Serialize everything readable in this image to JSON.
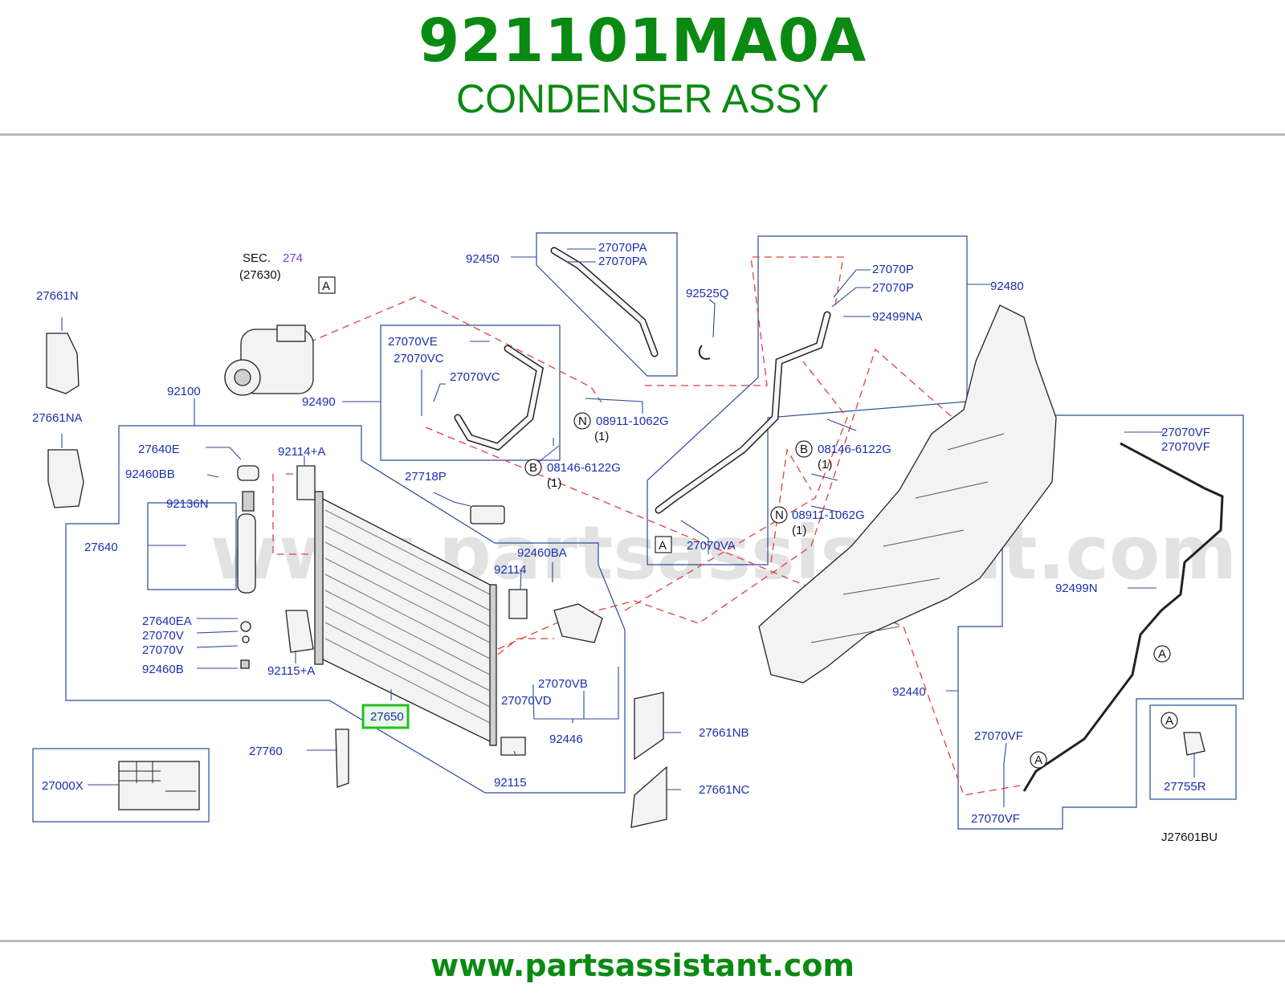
{
  "header": {
    "part_number": "921101MA0A",
    "part_name": "CONDENSER ASSY"
  },
  "footer": {
    "url": "www.partsassistant.com"
  },
  "diagram": {
    "watermark": "www.partsassistant.com",
    "diagram_code": "J27601BU",
    "sec_label": "SEC.",
    "sec_number": "274",
    "sec_ref": "(27630)",
    "highlight_color": "#1fc11f",
    "labels": {
      "l27661N": "27661N",
      "l27661NA": "27661NA",
      "l92100": "92100",
      "l27640E": "27640E",
      "l92460BB": "92460BB",
      "l92136N": "92136N",
      "l27640": "27640",
      "l27640EA": "27640EA",
      "l27070V_1": "27070V",
      "l27070V_2": "27070V",
      "l92460B": "92460B",
      "l92114A": "92114+A",
      "l92115A": "92115+A",
      "l27650": "27650",
      "l27760": "27760",
      "l27000X": "27000X",
      "l92450": "92450",
      "l27070PA_1": "27070PA",
      "l27070PA_2": "27070PA",
      "l92525Q": "92525Q",
      "l27070VE": "27070VE",
      "l27070VC_1": "27070VC",
      "l27070VC_2": "27070VC",
      "l92490": "92490",
      "l08911_1": "08911-1062G",
      "l08146_1": "08146-6122G",
      "qty_1": "(1)",
      "qty_2": "(1)",
      "l27718P": "27718P",
      "l92460BA": "92460BA",
      "l92114": "92114",
      "l27070VB": "27070VB",
      "l27070VD": "27070VD",
      "l92446": "92446",
      "l92115": "92115",
      "l27661NB": "27661NB",
      "l27661NC": "27661NC",
      "l27070P_1": "27070P",
      "l27070P_2": "27070P",
      "l92480": "92480",
      "l92499NA": "92499NA",
      "l08146_2": "08146-6122G",
      "qty_3": "(1)",
      "l08911_2": "08911-1062G",
      "qty_4": "(1)",
      "l27070VA": "27070VA",
      "l27070VF_1": "27070VF",
      "l27070VF_2": "27070VF",
      "l92499N": "92499N",
      "l92440": "92440",
      "l27070VF_3": "27070VF",
      "l27070VF_4": "27070VF",
      "l27755R": "27755R"
    },
    "markers": {
      "ref_a": "A",
      "bolt_b": "B",
      "nut_n": "N"
    }
  }
}
